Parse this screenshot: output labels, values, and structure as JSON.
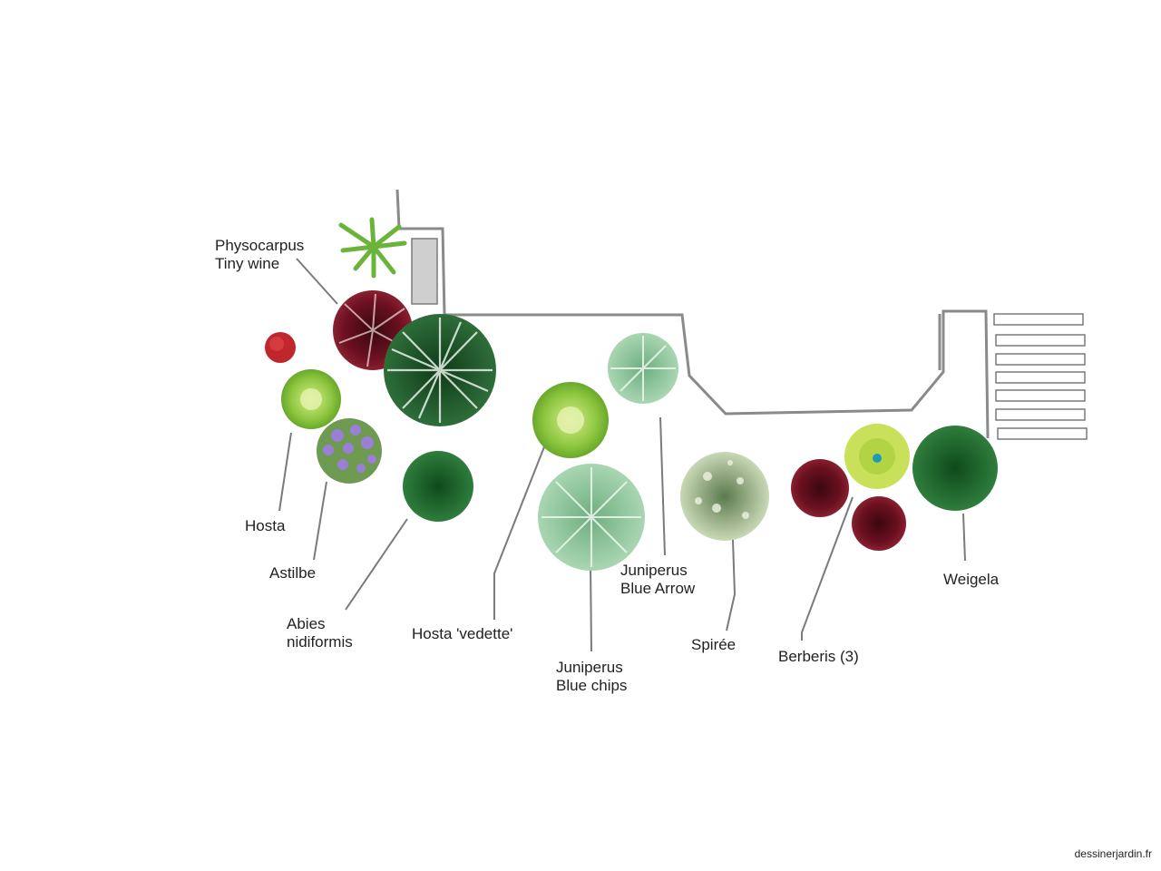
{
  "labels": {
    "physocarpus": "Physocarpus\nTiny wine",
    "hosta": "Hosta",
    "astilbe": "Astilbe",
    "abies": "Abies\nnidiformis",
    "hosta_vedette": "Hosta 'vedette'",
    "juniperus_chips": "Juniperus\nBlue chips",
    "juniperus_arrow": "Juniperus\nBlue Arrow",
    "spiree": "Spirée",
    "berberis": "Berberis (3)",
    "weigela": "Weigela"
  },
  "credit": "dessinerjardin.fr",
  "colors": {
    "wall": "#8a8a8a",
    "wine": "#6b1020",
    "dark_green": "#1f5a2c",
    "light_green": "#8cc63f",
    "pale_juniper": "#8fc49a",
    "lavender": "#9b7fd6",
    "red": "#c0272d"
  }
}
